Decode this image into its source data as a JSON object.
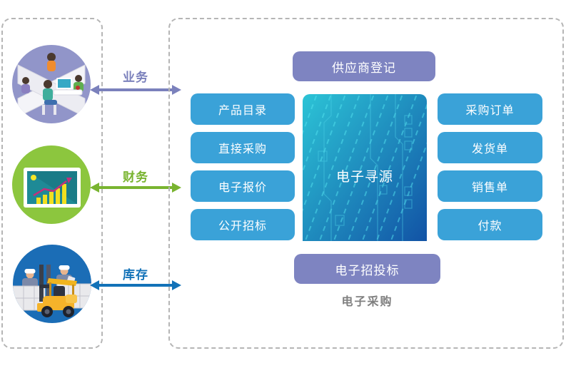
{
  "diagram": {
    "caption": "电子采购",
    "top_node": {
      "label": "供应商登记"
    },
    "center_node": {
      "label": "电子寻源"
    },
    "bottom_node": {
      "label": "电子招投标"
    },
    "left_nodes": [
      {
        "label": "产品目录"
      },
      {
        "label": "直接采购"
      },
      {
        "label": "电子报价"
      },
      {
        "label": "公开招标"
      }
    ],
    "right_nodes": [
      {
        "label": "采购订单"
      },
      {
        "label": "发货单"
      },
      {
        "label": "销售单"
      },
      {
        "label": "付款"
      }
    ],
    "connectors": [
      {
        "label": "业务",
        "color": "#7b81bc"
      },
      {
        "label": "财务",
        "color": "#79b430"
      },
      {
        "label": "库存",
        "color": "#1272b8"
      }
    ],
    "actors": [
      {
        "name": "office-team",
        "circle_color": "#9195c9"
      },
      {
        "name": "finance-analytics",
        "circle_color": "#8cc63e"
      },
      {
        "name": "warehouse-inventory",
        "circle_color": "#1b6db6"
      }
    ],
    "colors": {
      "node_blue": "#3aa2d8",
      "node_purple_top": "#7e84c1",
      "node_purple_bottom": "#8287c3",
      "center_gradient_start": "#2cc4d6",
      "center_gradient_end": "#1150a4",
      "caption_gray": "#7f7f7f",
      "dashed_border": "#b5b5b5"
    }
  }
}
